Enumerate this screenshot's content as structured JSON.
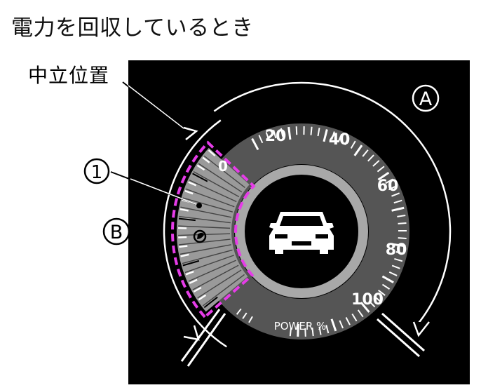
{
  "title": "電力を回収しているとき",
  "labels": {
    "neutral_position": "中立位置",
    "callout_1": "1",
    "callout_A": "A",
    "callout_B": "B"
  },
  "gauge": {
    "scale_labels": [
      "20",
      "40",
      "60",
      "80",
      "100"
    ],
    "zero_label": "0",
    "unit_label": "POWER %"
  },
  "colors": {
    "panel_bg": "#000000",
    "dial_ring": "#555555",
    "inner_ring": "#a8a8a8",
    "highlight_border": "#e63ce8",
    "charge_zone": "#9a9a9a",
    "text_on_dark": "#ffffff"
  },
  "icons": [
    "car-rear-icon",
    "eco-leaf-icon"
  ]
}
